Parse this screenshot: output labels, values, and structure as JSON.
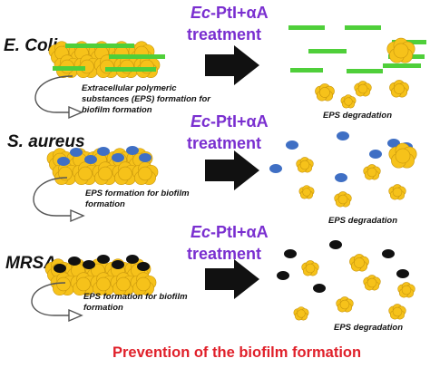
{
  "colors": {
    "eps": "#f6c21a",
    "eps_outline": "#c8960e",
    "ecoli_rod": "#4fcf3a",
    "saureus_cell": "#3f6fc4",
    "mrsa_cell": "#111111",
    "treatment_text": "#7a2fd0",
    "footer_text": "#e0202a",
    "arrow": "#111111"
  },
  "rows": [
    {
      "organism": "E. Coli",
      "treatment_line1_prefix": "Ec",
      "treatment_line1_suffix": "-PtI+αA",
      "treatment_line2": "treatment",
      "formation_note": [
        "Extracellular polymeric",
        "substances (EPS) formation  for",
        "biofilm formation"
      ],
      "result_label": "EPS degradation",
      "cell_icon": "green-rod-icon"
    },
    {
      "organism": "S. aureus",
      "treatment_line1_prefix": "Ec",
      "treatment_line1_suffix": "-PtI+αA",
      "treatment_line2": "treatment",
      "formation_note": [
        "EPS formation for biofilm",
        "formation"
      ],
      "result_label": "EPS degradation",
      "cell_icon": "blue-coccus-icon"
    },
    {
      "organism": "MRSA",
      "treatment_line1_prefix": "Ec",
      "treatment_line1_suffix": "-PtI+αA",
      "treatment_line2": "treatment",
      "formation_note": [
        "EPS formation for biofilm",
        "formation"
      ],
      "result_label": "EPS degradation",
      "cell_icon": "black-coccus-icon"
    }
  ],
  "footer": "Prevention of the biofilm formation"
}
